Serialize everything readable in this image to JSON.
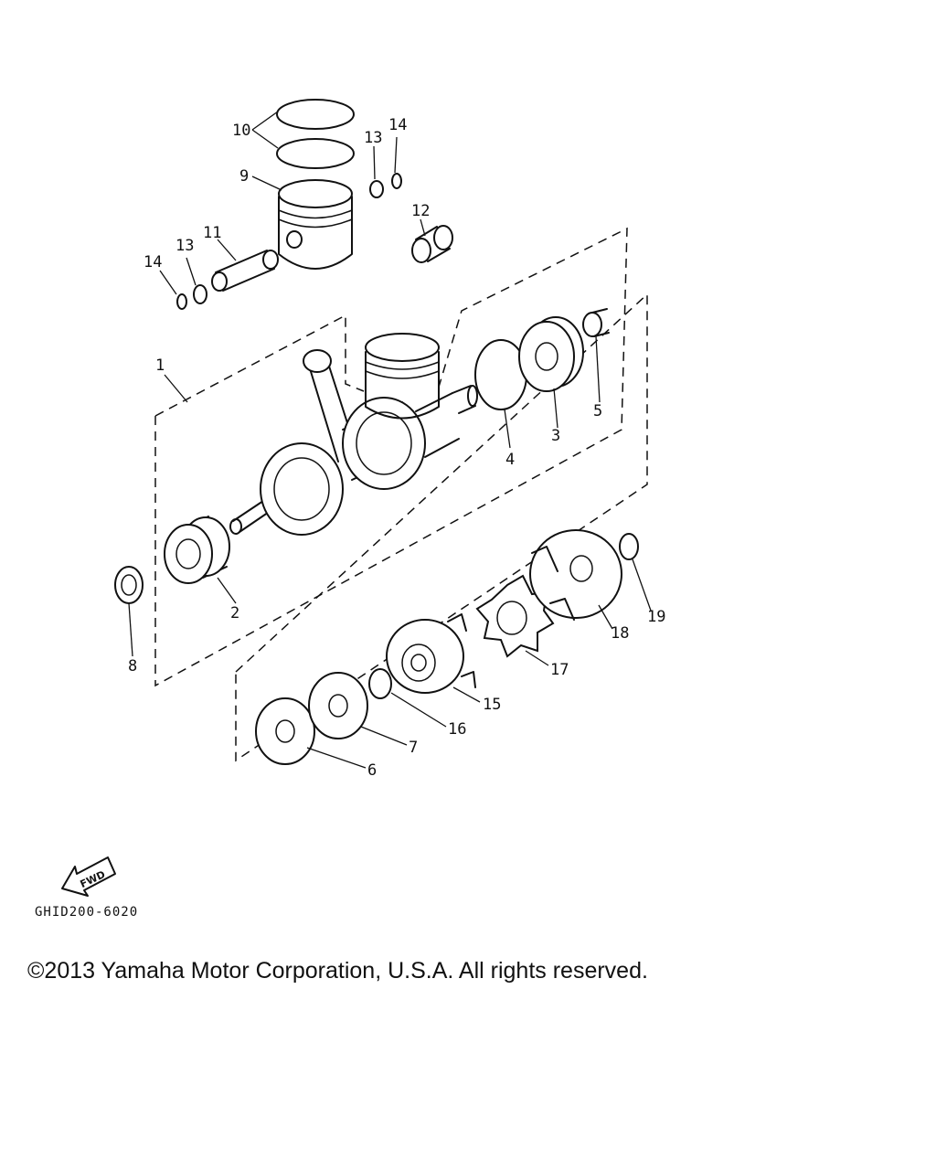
{
  "diagram": {
    "callouts": [
      {
        "id": "1",
        "label": "1"
      },
      {
        "id": "2",
        "label": "2"
      },
      {
        "id": "3",
        "label": "3"
      },
      {
        "id": "4",
        "label": "4"
      },
      {
        "id": "5",
        "label": "5"
      },
      {
        "id": "6",
        "label": "6"
      },
      {
        "id": "7",
        "label": "7"
      },
      {
        "id": "8",
        "label": "8"
      },
      {
        "id": "9",
        "label": "9"
      },
      {
        "id": "10",
        "label": "10"
      },
      {
        "id": "11",
        "label": "11"
      },
      {
        "id": "12",
        "label": "12"
      },
      {
        "id": "13a",
        "label": "13"
      },
      {
        "id": "13b",
        "label": "13"
      },
      {
        "id": "14a",
        "label": "14"
      },
      {
        "id": "14b",
        "label": "14"
      },
      {
        "id": "15",
        "label": "15"
      },
      {
        "id": "16",
        "label": "16"
      },
      {
        "id": "17",
        "label": "17"
      },
      {
        "id": "18",
        "label": "18"
      },
      {
        "id": "19",
        "label": "19"
      }
    ],
    "fwd_label": "FWD",
    "code": "GHID200-6020"
  },
  "footer": {
    "copyright": "©2013 Yamaha Motor Corporation, U.S.A. All rights reserved."
  }
}
